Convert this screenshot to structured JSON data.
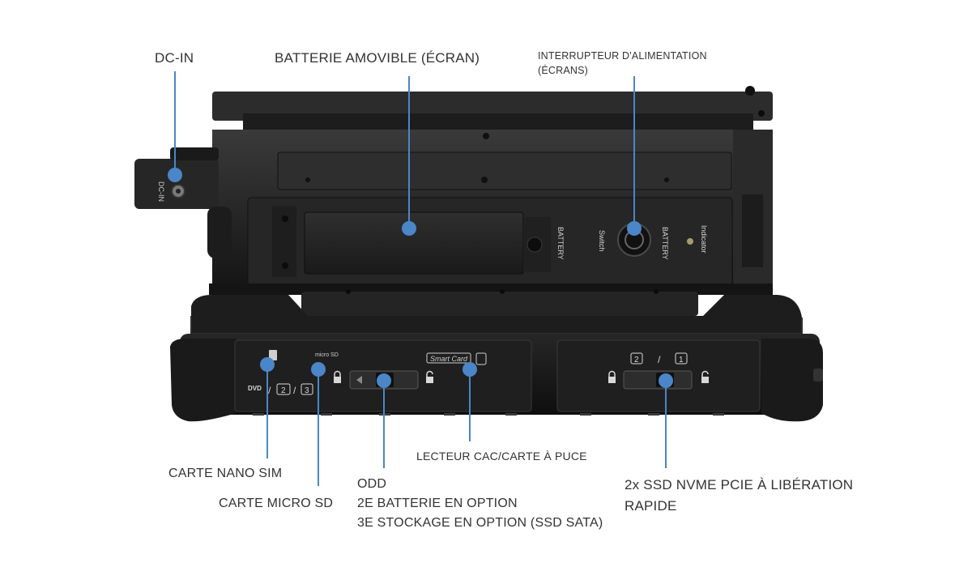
{
  "colors": {
    "accent": "#4A86C8",
    "device_dark": "#1c1c1c",
    "device_mid": "#2b2b2b",
    "device_light": "#3a3a3a",
    "label_text": "#333333"
  },
  "device_print": {
    "dc_in": "DC-IN",
    "battery_left": "BATTERY",
    "switch": "Switch",
    "battery_right": "BATTERY",
    "indicator": "Indicator",
    "micro_sd": "micro SD",
    "smart_card": "Smart Card",
    "dvd": "DVD",
    "slot_2": "2",
    "slot_3": "3",
    "ssd_2": "2",
    "ssd_1": "1",
    "slash": "/"
  },
  "callouts": {
    "dc_in": "DC-IN",
    "battery_removable": "BATTERIE AMOVIBLE (ÉCRAN)",
    "power_switch_line1": "INTERRUPTEUR D'ALIMENTATION",
    "power_switch_line2": "(ÉCRANS)",
    "nano_sim": "CARTE NANO SIM",
    "micro_sd": "CARTE MICRO SD",
    "odd_line1": "ODD",
    "odd_line2": "2E BATTERIE EN OPTION",
    "odd_line3": "3E STOCKAGE EN OPTION (SSD SATA)",
    "cac_reader": "LECTEUR CAC/CARTE À PUCE",
    "ssd_line1": "2x SSD NVME PCIE À LIBÉRATION",
    "ssd_line2": "RAPIDE"
  }
}
